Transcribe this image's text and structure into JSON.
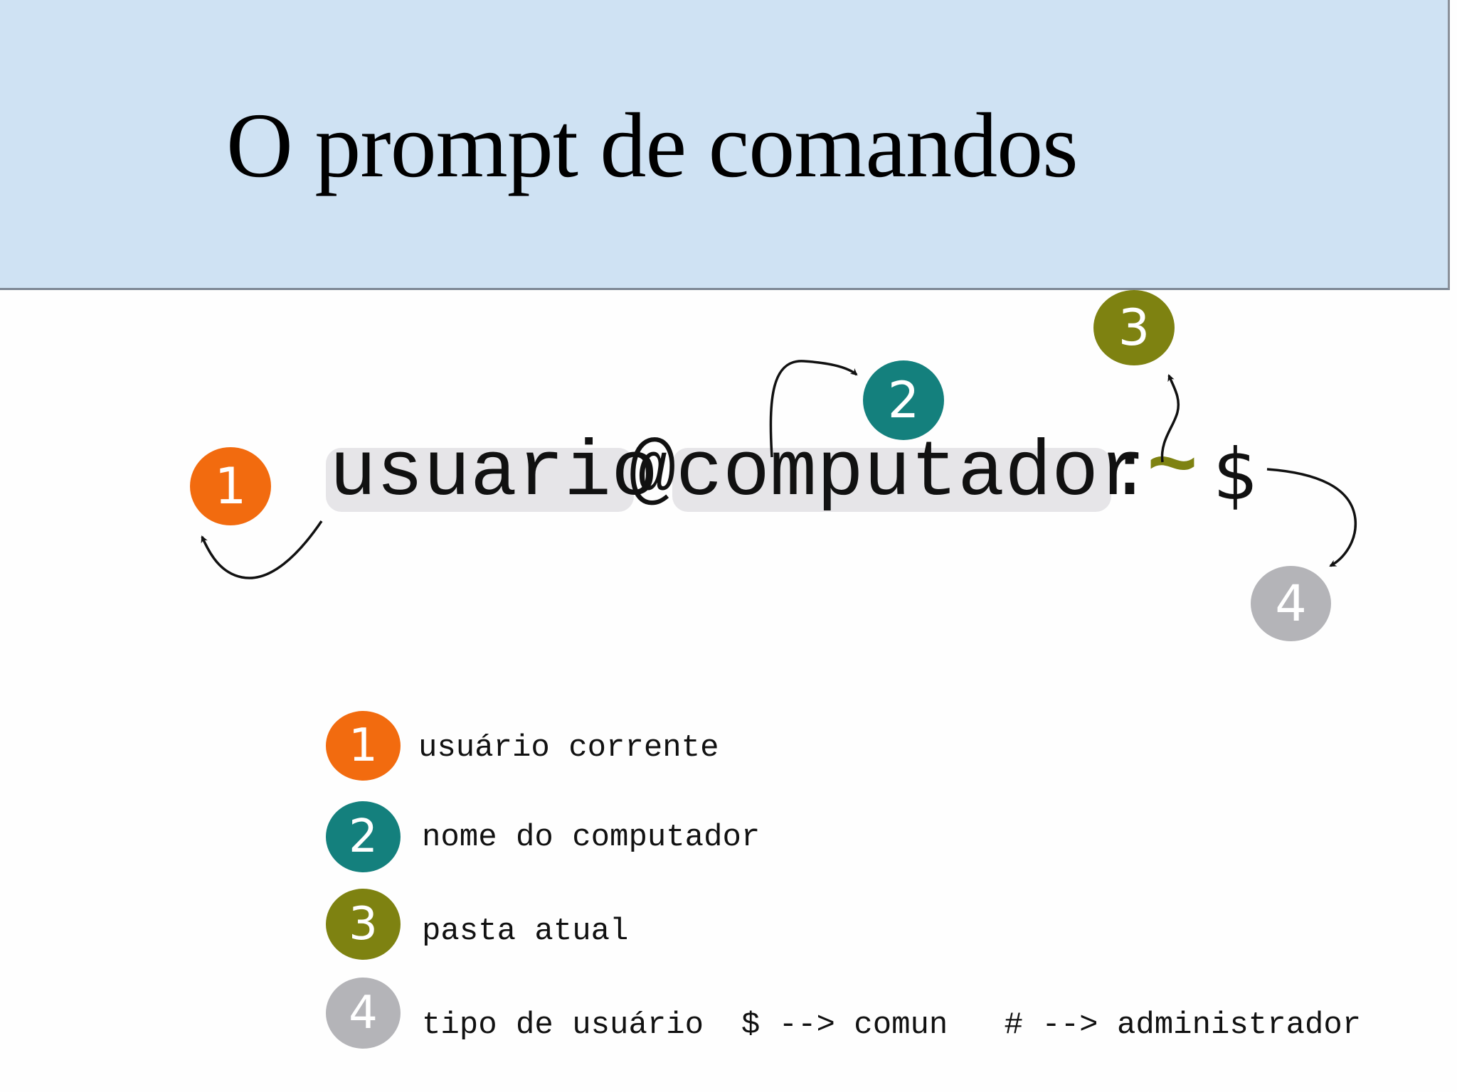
{
  "slide": {
    "title": "O prompt de comandos"
  },
  "prompt": {
    "user": "usuario",
    "at": "@",
    "host": "computador",
    "colon": ":",
    "path": "~",
    "symbol": "$"
  },
  "callouts": [
    {
      "number": "1",
      "color": "#f26b0f"
    },
    {
      "number": "2",
      "color": "#14807d"
    },
    {
      "number": "3",
      "color": "#7e8211"
    },
    {
      "number": "4",
      "color": "#b4b4b8"
    }
  ],
  "legend": [
    {
      "number": "1",
      "label": "usuário corrente",
      "color": "#f26b0f"
    },
    {
      "number": "2",
      "label": "nome do computador",
      "color": "#14807d"
    },
    {
      "number": "3",
      "label": "pasta atual",
      "color": "#7e8211"
    },
    {
      "number": "4",
      "label": "tipo de usuário  $ --> comun   # --> administrador",
      "color": "#b4b4b8"
    }
  ],
  "colors": {
    "header_bg": "#cfe2f3",
    "pill_bg": "#e6e5e8",
    "tilde": "#7e8211"
  }
}
